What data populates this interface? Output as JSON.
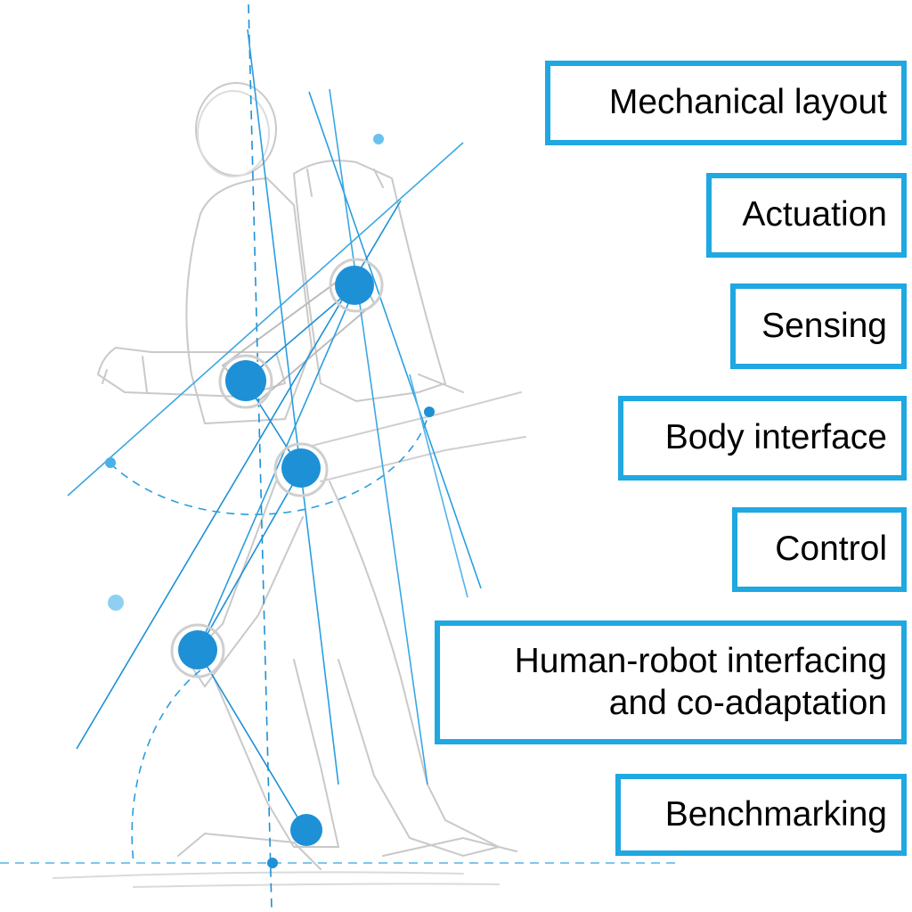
{
  "figure": {
    "description": "Pencil sketch of a person wearing a lower-limb exoskeleton with backpack, overlaid with blue kinematic lines and joint markers",
    "accent_color": "#1fa8e1",
    "joint_color": "#1e90d6",
    "sketch_color": "#c8c8c8"
  },
  "labels": [
    {
      "id": "mechanical-layout",
      "lines": [
        "Mechanical layout"
      ]
    },
    {
      "id": "actuation",
      "lines": [
        "Actuation"
      ]
    },
    {
      "id": "sensing",
      "lines": [
        "Sensing"
      ]
    },
    {
      "id": "body-interface",
      "lines": [
        "Body interface"
      ]
    },
    {
      "id": "control",
      "lines": [
        "Control"
      ]
    },
    {
      "id": "human-robot-interfacing",
      "lines": [
        "Human-robot interfacing",
        "and co-adaptation"
      ]
    },
    {
      "id": "benchmarking",
      "lines": [
        "Benchmarking"
      ]
    }
  ]
}
